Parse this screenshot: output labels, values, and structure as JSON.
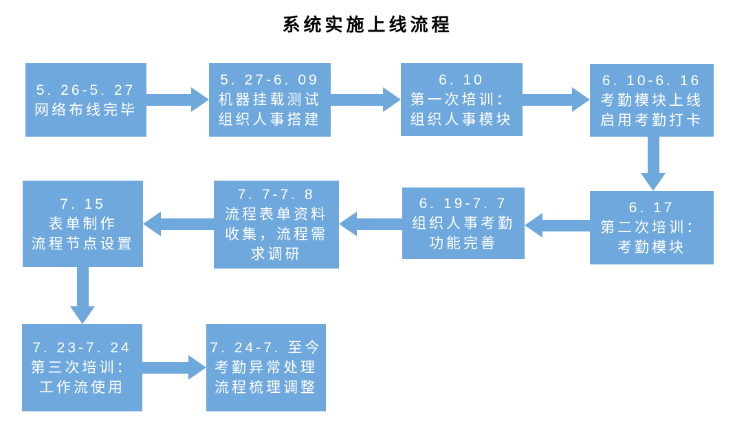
{
  "title": "系统实施上线流程",
  "colors": {
    "shape": "#6FA8DC",
    "text": "#FFFFFF",
    "title_text": "#000000",
    "background": "#FFFFFF"
  },
  "nodes": [
    {
      "id": "step-1",
      "text": "5. 26-5. 27\n网络布线完毕"
    },
    {
      "id": "step-2",
      "text": "5. 27-6. 09\n机器挂载测试\n组织人事搭建"
    },
    {
      "id": "step-3",
      "text": "6. 10\n第一次培训：\n组织人事模块"
    },
    {
      "id": "step-4",
      "text": "6. 10-6. 16\n考勤模块上线\n启用考勤打卡"
    },
    {
      "id": "step-5",
      "text": "6. 17\n第二次培训：\n考勤模块"
    },
    {
      "id": "step-6",
      "text": "6. 19-7. 7\n组织人事考勤\n功能完善"
    },
    {
      "id": "step-7",
      "text": "7. 7-7. 8\n流程表单资料\n收集，流程需\n求调研"
    },
    {
      "id": "step-8",
      "text": "7. 15\n表单制作\n流程节点设置"
    },
    {
      "id": "step-9",
      "text": "7. 23-7. 24\n第三次培训：\n工作流使用"
    },
    {
      "id": "step-10",
      "text": "7. 24-7. 至今\n考勤异常处理\n流程梳理调整"
    }
  ],
  "connections": [
    {
      "from": "step-1",
      "to": "step-2",
      "direction": "right"
    },
    {
      "from": "step-2",
      "to": "step-3",
      "direction": "right"
    },
    {
      "from": "step-3",
      "to": "step-4",
      "direction": "right"
    },
    {
      "from": "step-4",
      "to": "step-5",
      "direction": "down"
    },
    {
      "from": "step-5",
      "to": "step-6",
      "direction": "left"
    },
    {
      "from": "step-6",
      "to": "step-7",
      "direction": "left"
    },
    {
      "from": "step-7",
      "to": "step-8",
      "direction": "left"
    },
    {
      "from": "step-8",
      "to": "step-9",
      "direction": "down"
    },
    {
      "from": "step-9",
      "to": "step-10",
      "direction": "right"
    }
  ]
}
